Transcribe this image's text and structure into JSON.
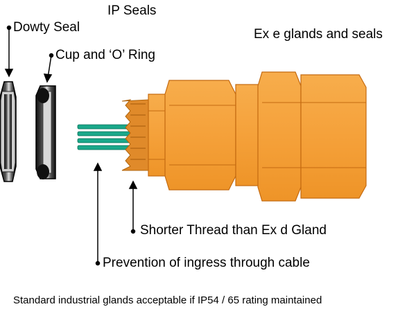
{
  "labels": {
    "ip_seals": "IP Seals",
    "dowty_seal": "Dowty Seal",
    "cup_o_ring": "Cup and ‘O’ Ring",
    "ex_e_title": "Ex e glands and seals",
    "shorter_thread": "Shorter Thread than Ex d Gland",
    "prevention": "Prevention of ingress through cable",
    "footer": "Standard industrial glands acceptable if IP54 / 65 rating maintained"
  },
  "colors": {
    "gland_orange": "#f5a13a",
    "gland_outline": "#c46a10",
    "thread_orange": "#e08a2a",
    "cable_green": "#1aa88a",
    "seal_dark": "#222222",
    "leader": "#000000"
  }
}
